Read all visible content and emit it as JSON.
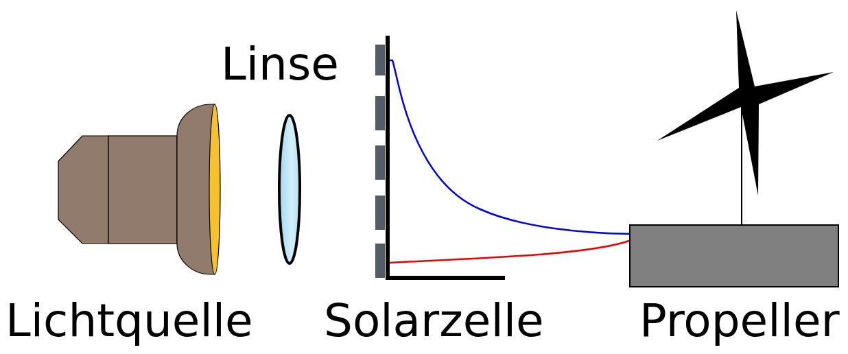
{
  "diagram": {
    "labels": [
      "Lichtquelle",
      "Linse",
      "Solarzelle",
      "Propeller"
    ]
  }
}
